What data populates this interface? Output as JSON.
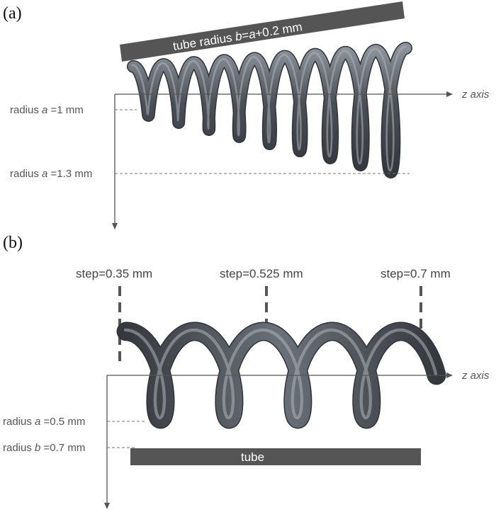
{
  "panel_a": {
    "label": "(a)",
    "banner_prefix": "tube radius ",
    "banner_b": "b",
    "banner_eq": "=",
    "banner_a": "a",
    "banner_suffix": "+0.2 mm",
    "z_axis_label": "z axis",
    "radius_1": {
      "prefix": "radius ",
      "var": "a",
      "value": " =1 mm"
    },
    "radius_2": {
      "prefix": "radius ",
      "var": "a",
      "value": " =1.3 mm"
    }
  },
  "panel_b": {
    "label": "(b)",
    "steps": [
      "step=0.35 mm",
      "step=0.525 mm",
      "step=0.7 mm"
    ],
    "z_axis_label": "z axis",
    "radius_a": {
      "prefix": "radius ",
      "var": "a",
      "value": " =0.5 mm"
    },
    "radius_b": {
      "prefix": "radius ",
      "var": "b",
      "value": " =0.7 mm"
    },
    "tube_label": "tube"
  },
  "colors": {
    "spring_dark": "#3c4046",
    "spring_light": "#8d939b",
    "banner": "#555555"
  }
}
